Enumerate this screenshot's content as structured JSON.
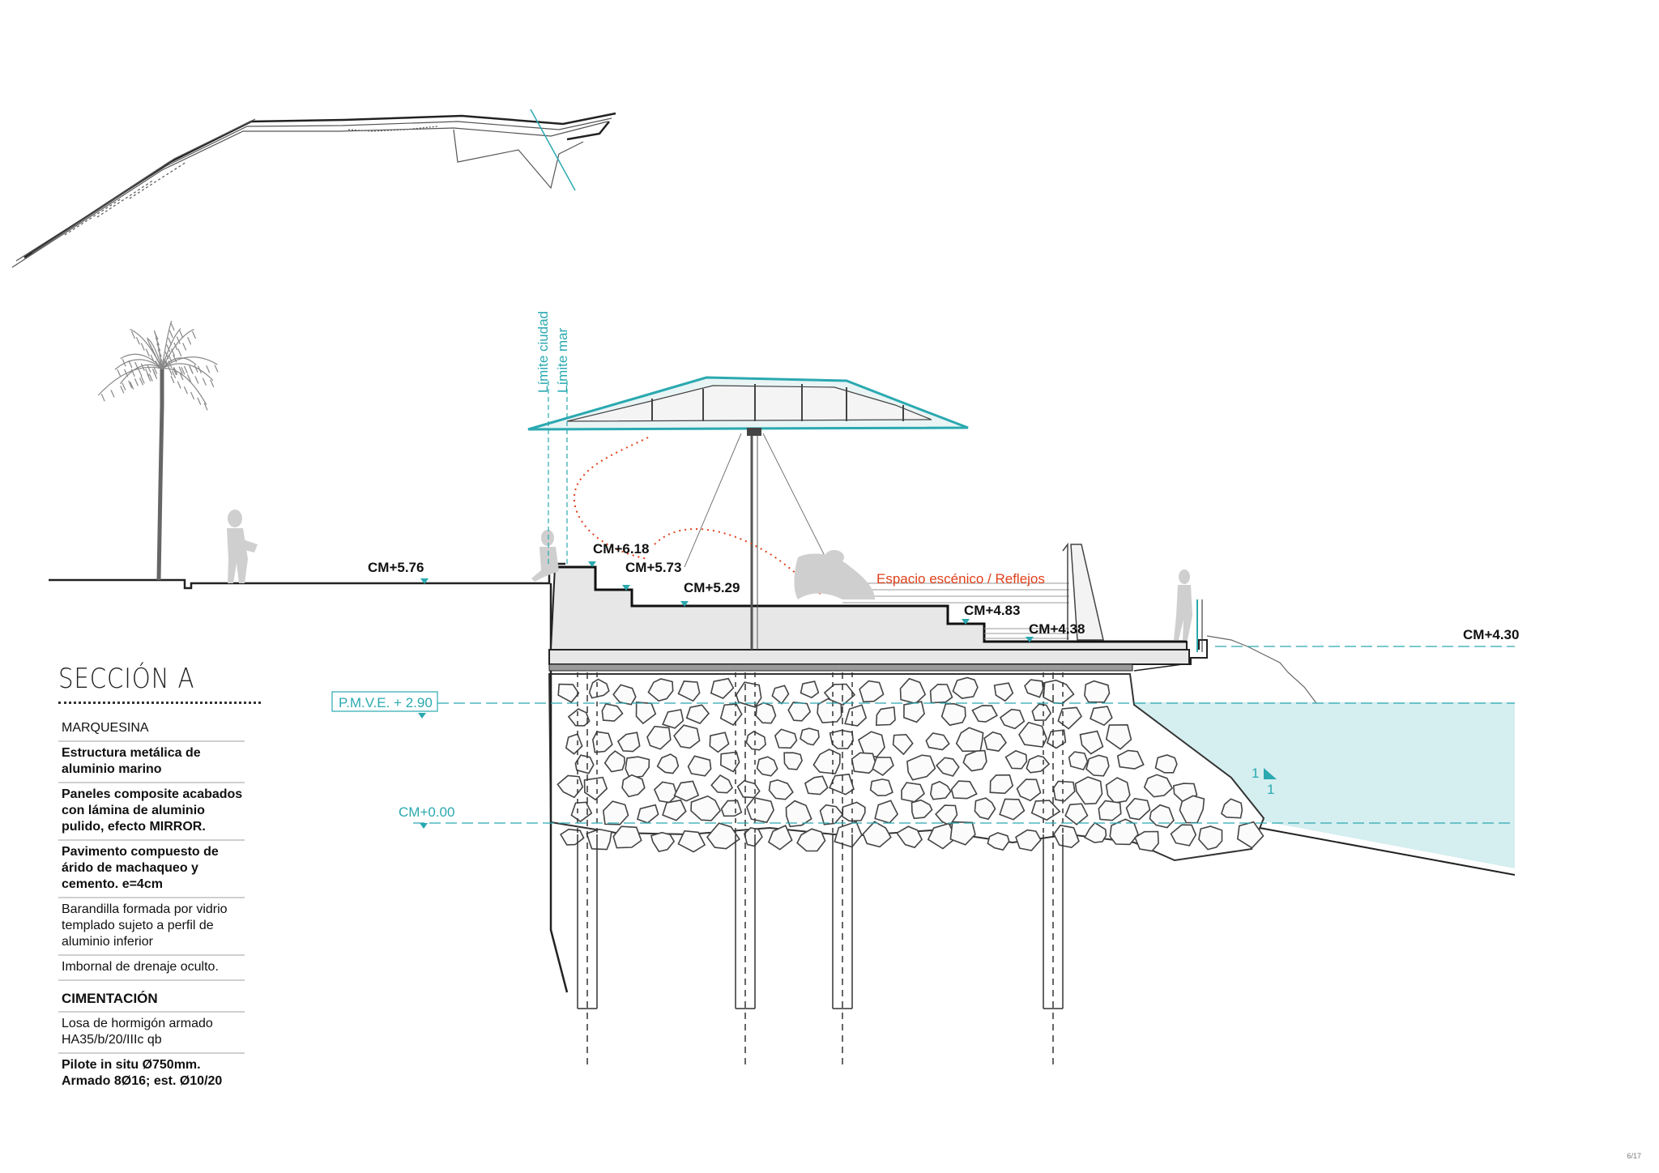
{
  "section": {
    "title": "SECCIÓN A",
    "legend": [
      {
        "text": "MARQUESINA",
        "style": "plain"
      },
      {
        "text": "Estructura metálica de aluminio marino",
        "style": "bold"
      },
      {
        "text": "Paneles composite acabados con lámina de aluminio pulido, efecto MIRROR.",
        "style": "bold"
      },
      {
        "text": "Pavimento compuesto de árido de machaqueo y cemento. e=4cm",
        "style": "bold"
      },
      {
        "text": "Barandilla formada por vidrio templado sujeto a perfil de aluminio inferior",
        "style": "plain"
      },
      {
        "text": "Imbornal de drenaje oculto.",
        "style": "plain"
      },
      {
        "text": "CIMENTACIÓN",
        "style": "heading"
      },
      {
        "text": "Losa de hormigón armado HA35/b/20/IIIc qb",
        "style": "plain"
      },
      {
        "text": "Pilote in situ Ø750mm. Armado 8Ø16; est. Ø10/20",
        "style": "bold-last"
      }
    ]
  },
  "levels": {
    "cm576": "CM+5.76",
    "cm618": "CM+6.18",
    "cm573": "CM+5.73",
    "cm529": "CM+5.29",
    "cm483": "CM+4.83",
    "cm438": "CM+4.38",
    "cm430": "CM+4.30",
    "pmve": "P.M.V.E. + 2.90",
    "cm000": "CM+0.00"
  },
  "limits": {
    "city": "Límite ciudad",
    "sea": "Límite mar"
  },
  "annotation": {
    "scenic": "Espacio escénico / Reflejos",
    "slope_top": "1",
    "slope_bottom": "1"
  },
  "page_number": "6/17",
  "colors": {
    "teal": "#2aa9b0",
    "water": "#d5eef0",
    "red": "#e0401a",
    "concrete": "#e7e7e7",
    "silhouette": "#cfcfcf"
  }
}
